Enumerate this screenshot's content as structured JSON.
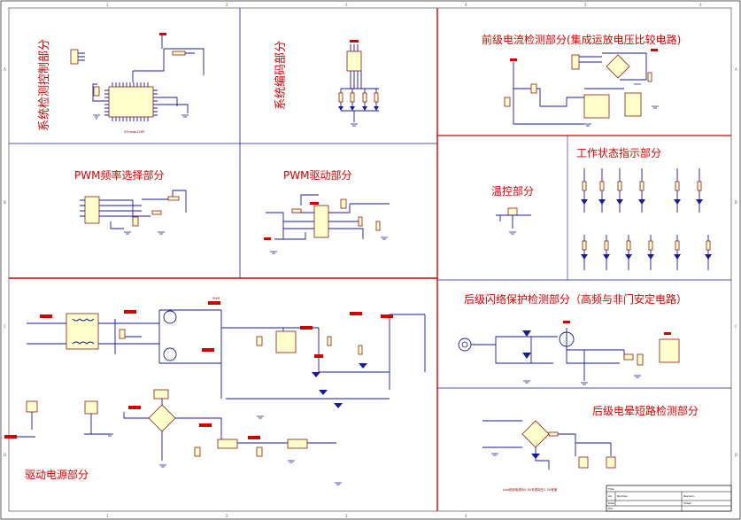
{
  "sections": {
    "sys_detect": "系统检测控制部分",
    "sys_encode": "系统编码部分",
    "front_current": "前级电流检测部分(集成运放电压比较电路)",
    "pwm_freq": "PWM频率选择部分",
    "pwm_drive": "PWM驱动部分",
    "temp_ctrl": "温控部分",
    "work_status": "工作状态指示部分",
    "rear_flash": "后级闪络保护检测部分（高频与非门安定电路）",
    "drive_power": "驱动电源部分",
    "rear_short": "后级电晕短路检测部分"
  },
  "labels": {
    "mcu_part": "ATmega128P",
    "pwr_net": "PWR",
    "block_note": "Add底部电源为5.0V负载电压1.5V宽度"
  },
  "title_block": {
    "size": "A4",
    "title": "Title",
    "number": "Number",
    "revision": "Revision",
    "date": "Date",
    "file": "File",
    "sheet": "Sheet"
  },
  "edge_numbers": {
    "cols": [
      "1",
      "2",
      "3",
      "4",
      "5",
      "6"
    ],
    "rows": [
      "A",
      "B",
      "C",
      "D"
    ]
  },
  "colors": {
    "border_red": "#d40000",
    "border_blue": "#1a1a99",
    "component": "#8b1a1a",
    "component_fill": "#ffffcc"
  }
}
